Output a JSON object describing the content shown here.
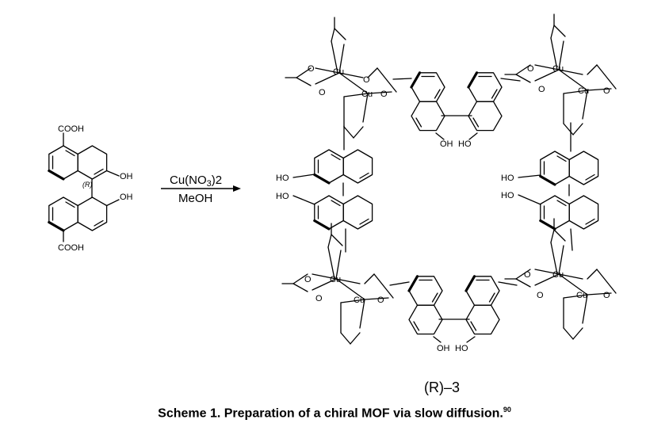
{
  "reactant": {
    "cooh_top": "COOH",
    "cooh_bottom": "COOH",
    "oh_1": "OH",
    "oh_2": "OH",
    "stereo": "(R)"
  },
  "reaction": {
    "reagent": "Cu(NO",
    "reagent_sub": "3",
    "reagent_tail": ")2",
    "solvent": "MeOH"
  },
  "product": {
    "label": "(R)–3",
    "metal": "Cu",
    "oxygen": "O",
    "hydroxyl_oh": "OH",
    "hydroxyl_ho": "HO"
  },
  "caption": {
    "text": "Scheme 1. Preparation of a chiral MOF via slow diffusion.",
    "ref": "90"
  }
}
